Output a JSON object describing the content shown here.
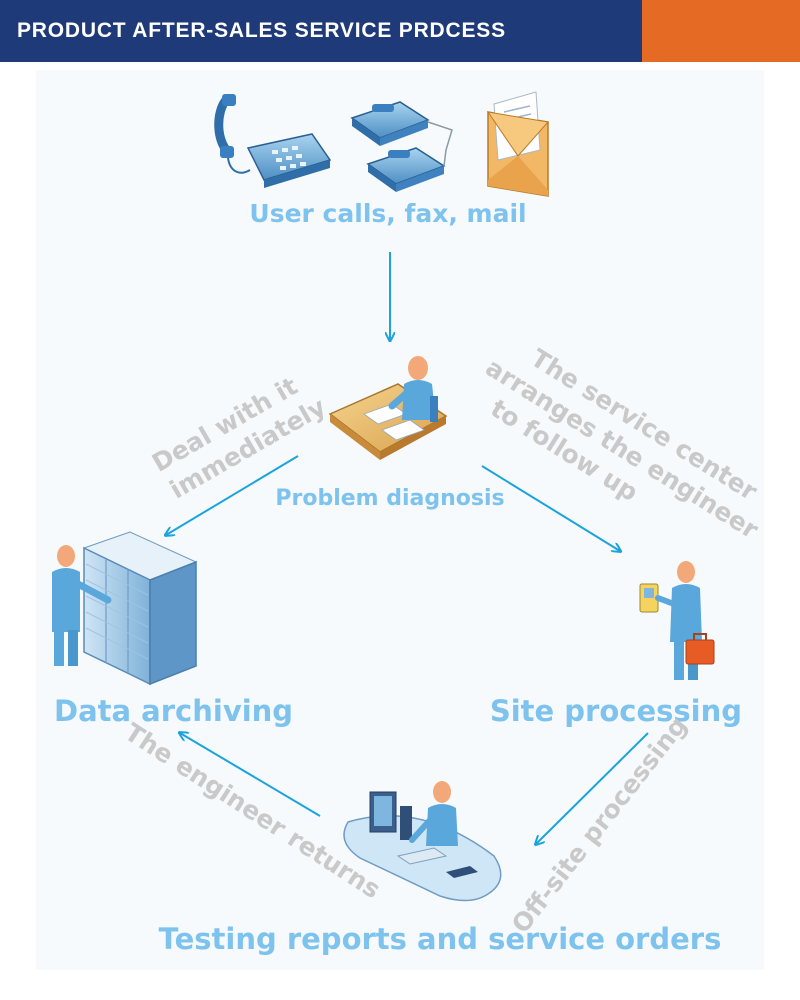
{
  "header": {
    "title": "PRODUCT AFTER-SALES SERVICE PRDCESS"
  },
  "colors": {
    "header_bg": "#1f3a78",
    "header_accent": "#e56a24",
    "node_label": "#7ec2ee",
    "flow_label": "#c9c9c9",
    "arrow": "#1ba3dd"
  },
  "nodes": {
    "contact": "User calls, fax, mail",
    "diagnosis": "Problem diagnosis",
    "archiving": "Data archiving",
    "site": "Site processing",
    "testing": "Testing reports and service orders"
  },
  "flow_labels": {
    "deal": [
      "Deal with it",
      "immediately"
    ],
    "service_center": [
      "The service center",
      "arranges the engineer",
      "to follow up"
    ],
    "returns": "The engineer returns",
    "offsite": "Off-site processing"
  },
  "icons": [
    "desk-phone-icon",
    "fax-machines-icon",
    "mail-envelope-icon",
    "diagnosis-desk-person-icon",
    "server-rack-person-icon",
    "engineer-with-toolbox-icon",
    "workstation-person-icon"
  ]
}
